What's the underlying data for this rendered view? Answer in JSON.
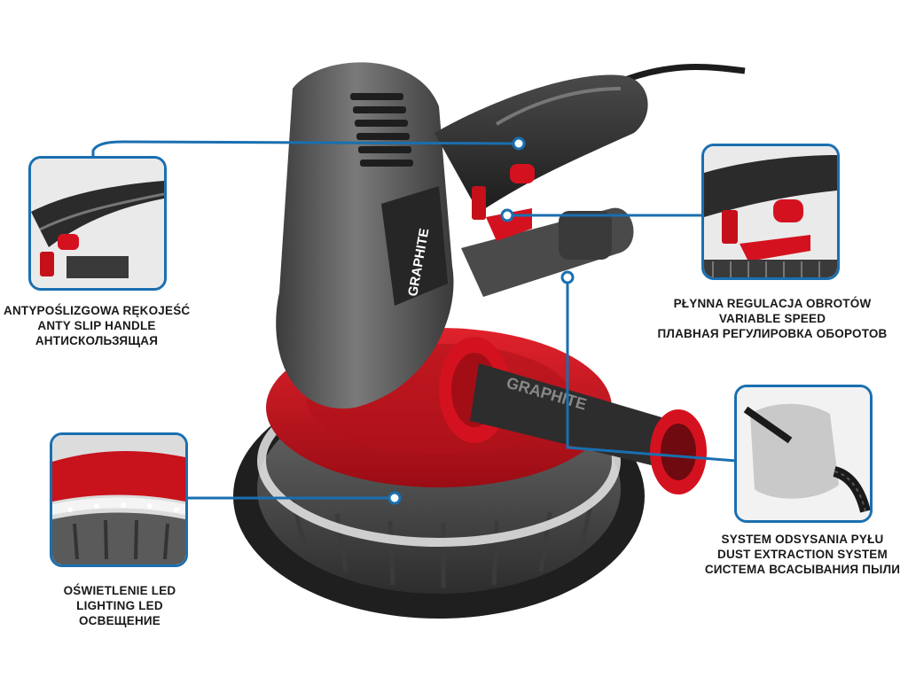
{
  "brand_logo_text": "GRAPHITE",
  "handle_logo_text": "GRAPHITE",
  "colors": {
    "callout_line": "#1a6fb0",
    "tool_body": "#5a5a5a",
    "tool_dark": "#2b2b2b",
    "accent_red": "#d4121f"
  },
  "callouts": {
    "anti_slip_handle": {
      "lines": [
        "ANTYPOŚLIZGOWA RĘKOJEŚĆ",
        "ANTY SLIP HANDLE",
        "АНТИСКОЛЬЗЯЩАЯ"
      ]
    },
    "variable_speed": {
      "lines": [
        "PŁYNNA REGULACJA OBROTÓW",
        "VARIABLE SPEED",
        "ПЛАВНАЯ РЕГУЛИРОВКА ОБОРОТОВ"
      ]
    },
    "dust_extraction": {
      "lines": [
        "SYSTEM ODSYSANIA PYŁU",
        "DUST EXTRACTION SYSTEM",
        "СИСТЕМА ВСАСЫВАНИЯ ПЫЛИ"
      ]
    },
    "led_lighting": {
      "lines": [
        "OŚWIETLENIE LED",
        "LIGHTING LED",
        "ОСВЕЩЕНИЕ"
      ]
    }
  }
}
